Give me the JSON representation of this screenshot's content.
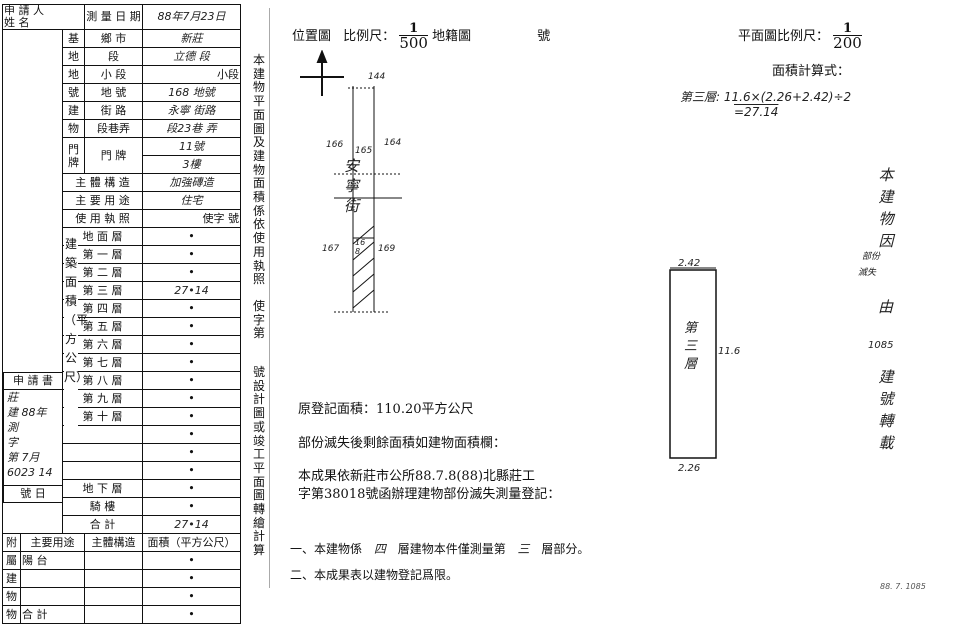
{
  "applicant": {
    "label_a": "申 請 人",
    "label_b": "姓 名"
  },
  "survey": {
    "date_label": "測 量 日 期",
    "date_value": "88年7月23日"
  },
  "site": {
    "label1": "基",
    "label2": "地",
    "label3": "地",
    "label4": "號",
    "township_label": "鄉 市",
    "township_value": "新莊",
    "section_label": "段",
    "section_value": "立德 段",
    "subsection_label": "小 段",
    "subsection_value": "小段",
    "lot_label": "地 號",
    "lot_value": "168 地號"
  },
  "building": {
    "label1": "建",
    "label2": "物",
    "label3": "門",
    "label4": "牌",
    "street_label": "街 路",
    "street_value": "永寧 街路",
    "lane_label": "段巷弄",
    "lane_value": "段23巷 弄",
    "door_label": "門 牌",
    "door_value1": "11號",
    "door_value2": "3樓"
  },
  "structure_label": "主 體 構 造",
  "structure_value": "加強磚造",
  "use_label": "主 要 用 途",
  "use_value": "住宅",
  "license_label": "使 用 執 照",
  "license_value": "使字 號",
  "area": {
    "side_label": "建築面積（平方公尺）",
    "floors": [
      {
        "name": "地 面 層",
        "value": "•"
      },
      {
        "name": "第 一 層",
        "value": "•"
      },
      {
        "name": "第 二 層",
        "value": "•"
      },
      {
        "name": "第 三 層",
        "value": "27•14"
      },
      {
        "name": "第 四 層",
        "value": "•"
      },
      {
        "name": "第 五 層",
        "value": "•"
      },
      {
        "name": "第 六 層",
        "value": "•"
      },
      {
        "name": "第 七 層",
        "value": "•"
      },
      {
        "name": "第 八 層",
        "value": "•"
      },
      {
        "name": "第 九 層",
        "value": "•"
      },
      {
        "name": "第 十 層",
        "value": "•"
      },
      {
        "name": "",
        "value": "•"
      },
      {
        "name": "",
        "value": "•"
      },
      {
        "name": "",
        "value": "•"
      },
      {
        "name": "地 下 層",
        "value": "•"
      },
      {
        "name": "騎 樓",
        "value": "•"
      }
    ],
    "total_label": "合 計",
    "total_value": "27•14"
  },
  "application": {
    "header": "申 請 書",
    "lines": [
      "莊",
      "建 88年",
      "測",
      "字",
      "第 7月",
      "6023 14"
    ],
    "footer": "號 日"
  },
  "annex": {
    "header_cols": [
      "主要用途",
      "主體構造",
      "面積（平方公尺）"
    ],
    "side": [
      "附",
      "屬",
      "建",
      "物"
    ],
    "rows": [
      {
        "use": "陽 台",
        "value": "•"
      },
      {
        "use": "",
        "value": "•"
      },
      {
        "use": "",
        "value": "•"
      },
      {
        "use": "合 計",
        "value": "•"
      }
    ]
  },
  "vertical_note_1": "本建物平面圖及建物面積係依使用執照",
  "vertical_note_2": "使字第",
  "vertical_note_3": "號設計圖或竣工平面圖轉繪計算",
  "location_map": {
    "title": "位置圖",
    "scale_label": "比例尺：",
    "scale_num": "1",
    "scale_den": "500",
    "cadastral": "地籍圖",
    "number": "號",
    "lots": [
      "144",
      "166",
      "165",
      "164",
      "167",
      "168",
      "169"
    ],
    "road": "安寧街"
  },
  "floor_plan": {
    "scale_label": "平面圖比例尺：",
    "scale_num": "1",
    "scale_den": "200",
    "formula_title": "面積計算式：",
    "formula_line1": "第三層: 11.6×(2.26+2.42)÷2",
    "formula_line2": "=27.14",
    "dim_top": "2.42",
    "dim_side": "11.6",
    "dim_bottom": "2.26",
    "label": "第三層"
  },
  "remarks": {
    "original_area": "原登記面積：110.20平方公尺",
    "remaining": "部份滅失後剩餘面積如建物面積欄：",
    "basis1": "本成果依新莊市公所88.7.8(88)北縣莊工",
    "basis2": "字第38018號函辦理建物部份滅失測量登記："
  },
  "notes": {
    "note1_a": "一、本建物係",
    "note1_b": "四",
    "note1_c": "層建物本件僅測量第",
    "note1_d": "三",
    "note1_e": "層部分。",
    "note2": "二、本成果表以建物登記爲限。"
  },
  "stamp": {
    "chars": [
      "本",
      "建",
      "物",
      "因",
      "部份",
      "滅失",
      "由",
      "1085",
      "建",
      "號",
      "轉",
      "載"
    ]
  },
  "footer_date": "88. 7. 1085"
}
